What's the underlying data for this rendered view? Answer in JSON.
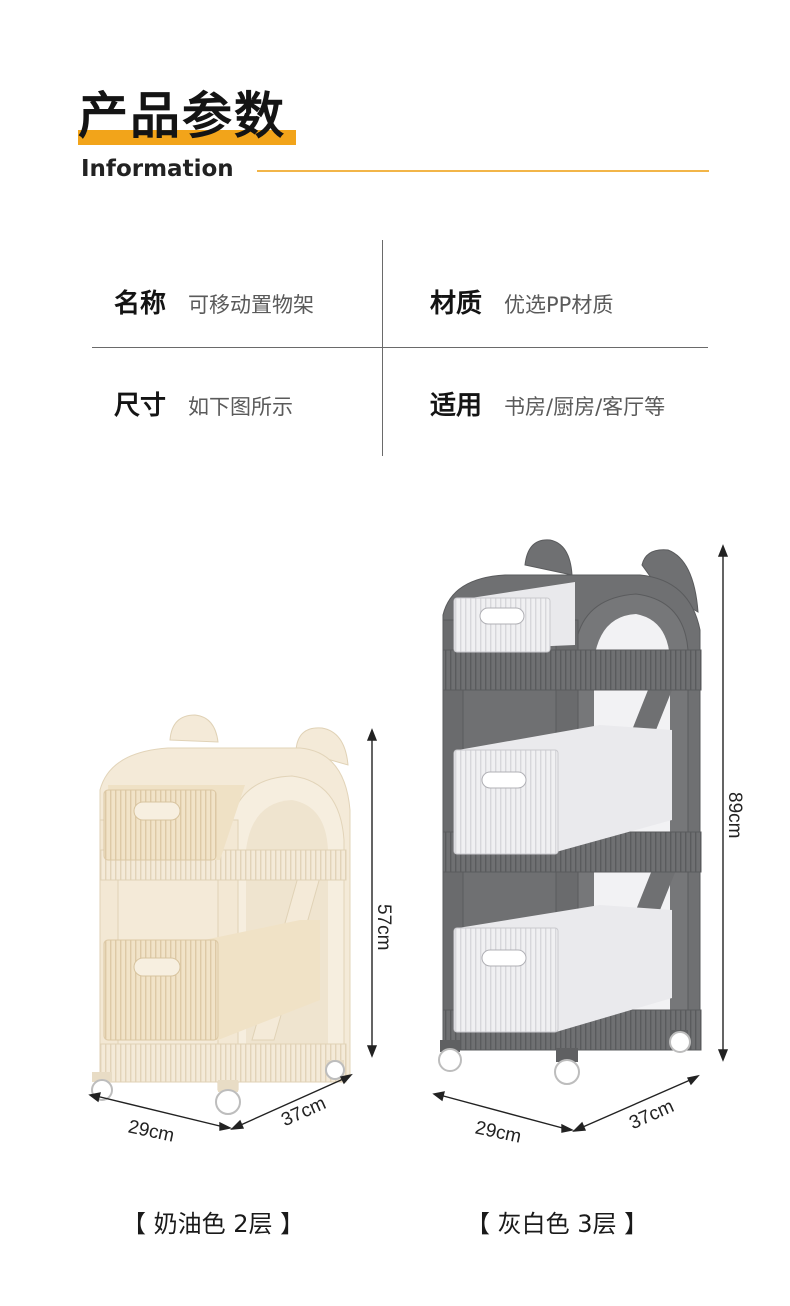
{
  "header": {
    "title": "产品参数",
    "subtitle": "Information"
  },
  "specs": [
    {
      "label": "名称",
      "value": "可移动置物架"
    },
    {
      "label": "材质",
      "value": "优选PP材质"
    },
    {
      "label": "尺寸",
      "value": "如下图所示"
    },
    {
      "label": "适用",
      "value": "书房/厨房/客厅等"
    }
  ],
  "products": [
    {
      "color_name": "奶油色",
      "caption": "【 奶油色 2层 】",
      "width": "29cm",
      "depth": "37cm",
      "height": "57cm",
      "tiers": 2,
      "body_color": "#f4ead8",
      "basket_color": "#f1e3c8"
    },
    {
      "color_name": "灰白色",
      "caption": "【 灰白色 3层 】",
      "width": "29cm",
      "depth": "37cm",
      "height": "89cm",
      "tiers": 3,
      "body_color": "#6f7072",
      "basket_color": "#f0f0f2"
    }
  ],
  "colors": {
    "accent": "#f2a41a",
    "text": "#141414",
    "muted": "#5a5a5a"
  }
}
